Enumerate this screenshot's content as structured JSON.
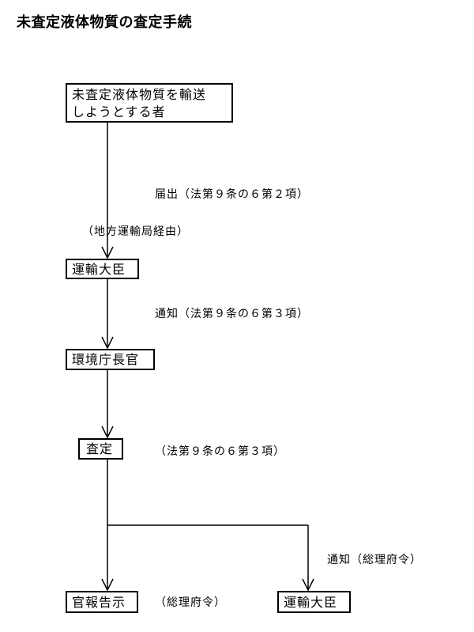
{
  "title": "未査定液体物質の査定手続",
  "nodes": {
    "applicant": {
      "line1": "未査定液体物質を輸送",
      "line2": "しようとする者"
    },
    "transport_minister": "運輸大臣",
    "env_agency": "環境庁長官",
    "assessment": "査定",
    "gazette": "官報告示",
    "transport_minister_2": "運輸大臣"
  },
  "labels": {
    "notification_filing": "届出（法第９条の６第２項）",
    "via_regional_bureau": "（地方運輸局経由）",
    "notice_1": "通知（法第９条の６第３項）",
    "assessment_basis": "（法第９条の６第３項）",
    "notice_pm_ordinance": "通知（総理府令）",
    "pm_ordinance": "（総理府令）"
  }
}
